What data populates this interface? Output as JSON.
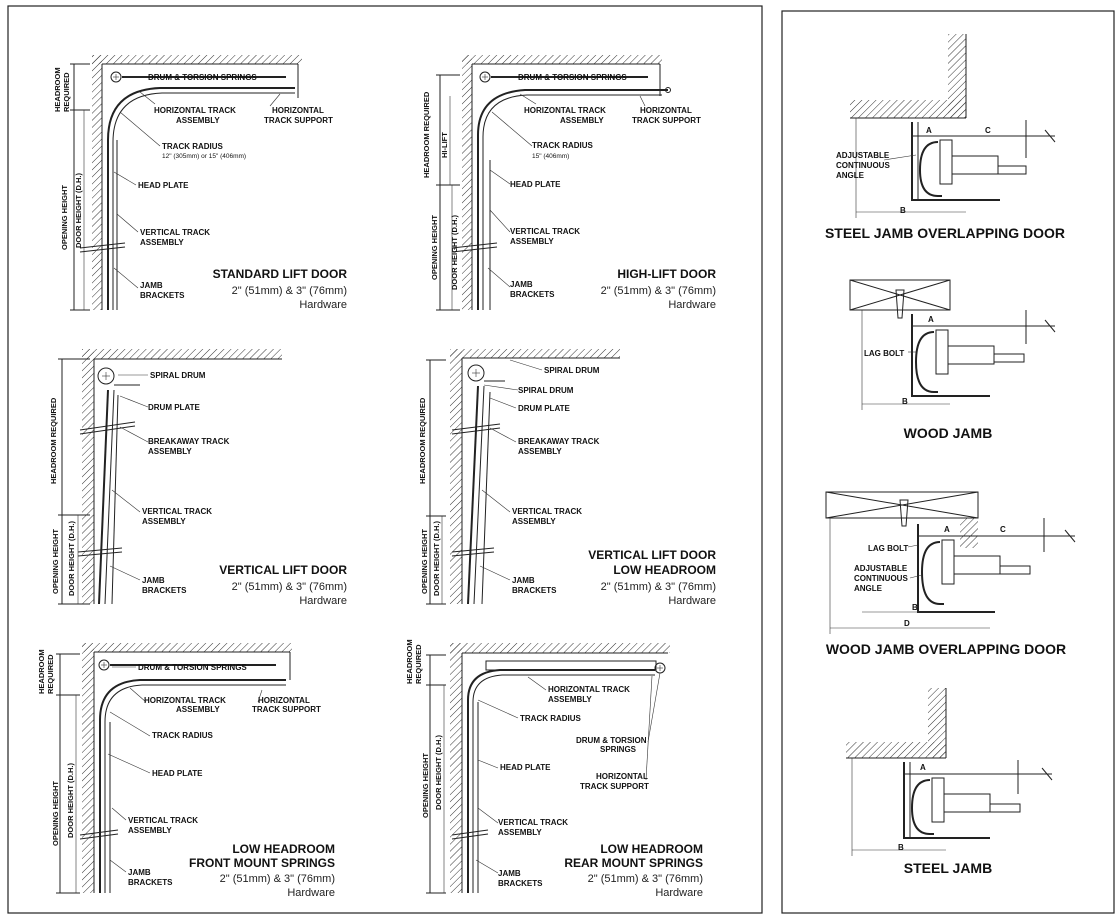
{
  "panels": [
    {
      "title_lines": [
        "STANDARD LIFT DOOR"
      ],
      "size": "2\" (51mm) & 3\" (76mm)",
      "hardware": "Hardware",
      "callouts": [
        "DRUM & TORSION SPRINGS",
        "HORIZONTAL TRACK",
        "ASSEMBLY",
        "HORIZONTAL",
        "TRACK SUPPORT",
        "TRACK RADIUS",
        "12\" (305mm) or 15\" (406mm)",
        "HEAD PLATE",
        "VERTICAL TRACK",
        "ASSEMBLY",
        "JAMB",
        "BRACKETS"
      ],
      "vlabels": [
        "HEADROOM",
        "REQUIRED",
        "OPENING HEIGHT",
        "DOOR HEIGHT (D.H.)"
      ]
    },
    {
      "title_lines": [
        "HIGH-LIFT DOOR"
      ],
      "size": "2\" (51mm) & 3\" (76mm)",
      "hardware": "Hardware",
      "callouts": [
        "DRUM & TORSION SPRINGS",
        "HORIZONTAL TRACK",
        "ASSEMBLY",
        "HORIZONTAL",
        "TRACK SUPPORT",
        "TRACK RADIUS",
        "15\" (406mm)",
        "HEAD PLATE",
        "VERTICAL TRACK",
        "ASSEMBLY",
        "JAMB",
        "BRACKETS"
      ],
      "vlabels": [
        "HEADROOM REQUIRED",
        "HI-LIFT",
        "OPENING HEIGHT",
        "DOOR HEIGHT (D.H.)"
      ]
    },
    {
      "title_lines": [
        "VERTICAL LIFT DOOR"
      ],
      "size": "2\" (51mm) & 3\" (76mm)",
      "hardware": "Hardware",
      "callouts": [
        "SPIRAL DRUM",
        "DRUM PLATE",
        "BREAKAWAY TRACK",
        "ASSEMBLY",
        "VERTICAL TRACK",
        "ASSEMBLY",
        "JAMB",
        "BRACKETS"
      ],
      "vlabels": [
        "HEADROOM REQUIRED",
        "OPENING HEIGHT",
        "DOOR HEIGHT (D.H.)"
      ]
    },
    {
      "title_lines": [
        "VERTICAL LIFT DOOR",
        "LOW HEADROOM"
      ],
      "size": "2\" (51mm) & 3\" (76mm)",
      "hardware": "Hardware",
      "callouts": [
        "SPIRAL DRUM",
        "SPIRAL DRUM",
        "DRUM PLATE",
        "BREAKAWAY TRACK",
        "ASSEMBLY",
        "VERTICAL TRACK",
        "ASSEMBLY",
        "JAMB",
        "BRACKETS"
      ],
      "vlabels": [
        "HEADROOM REQUIRED",
        "OPENING HEIGHT",
        "DOOR HEIGHT (D.H.)"
      ]
    },
    {
      "title_lines": [
        "LOW HEADROOM",
        "FRONT MOUNT SPRINGS"
      ],
      "size": "2\" (51mm) & 3\" (76mm)",
      "hardware": "Hardware",
      "callouts": [
        "DRUM & TORSION SPRINGS",
        "HORIZONTAL TRACK",
        "ASSEMBLY",
        "HORIZONTAL",
        "TRACK SUPPORT",
        "TRACK RADIUS",
        "HEAD PLATE",
        "VERTICAL TRACK",
        "ASSEMBLY",
        "JAMB",
        "BRACKETS"
      ],
      "vlabels": [
        "HEADROOM",
        "REQUIRED",
        "OPENING HEIGHT",
        "DOOR HEIGHT (D.H.)"
      ]
    },
    {
      "title_lines": [
        "LOW HEADROOM",
        "REAR MOUNT SPRINGS"
      ],
      "size": "2\" (51mm) & 3\" (76mm)",
      "hardware": "Hardware",
      "callouts": [
        "HORIZONTAL TRACK",
        "ASSEMBLY",
        "TRACK RADIUS",
        "DRUM & TORSION",
        "SPRINGS",
        "HEAD PLATE",
        "HORIZONTAL",
        "TRACK SUPPORT",
        "VERTICAL TRACK",
        "ASSEMBLY",
        "JAMB",
        "BRACKETS"
      ],
      "vlabels": [
        "HEADROOM",
        "REQUIRED",
        "OPENING HEIGHT",
        "DOOR HEIGHT (D.H.)"
      ]
    }
  ],
  "jambs": [
    {
      "title": "STEEL JAMB OVERLAPPING DOOR",
      "labels": [
        "ADJUSTABLE",
        "CONTINUOUS",
        "ANGLE"
      ],
      "dims": [
        "A",
        "C",
        "B"
      ]
    },
    {
      "title": "WOOD JAMB",
      "labels": [
        "LAG BOLT"
      ],
      "dims": [
        "A",
        "B"
      ]
    },
    {
      "title": "WOOD JAMB OVERLAPPING DOOR",
      "labels": [
        "LAG BOLT",
        "ADJUSTABLE",
        "CONTINUOUS",
        "ANGLE"
      ],
      "dims": [
        "A",
        "C",
        "B",
        "D"
      ]
    },
    {
      "title": "STEEL JAMB",
      "labels": [],
      "dims": [
        "A",
        "B"
      ]
    }
  ]
}
